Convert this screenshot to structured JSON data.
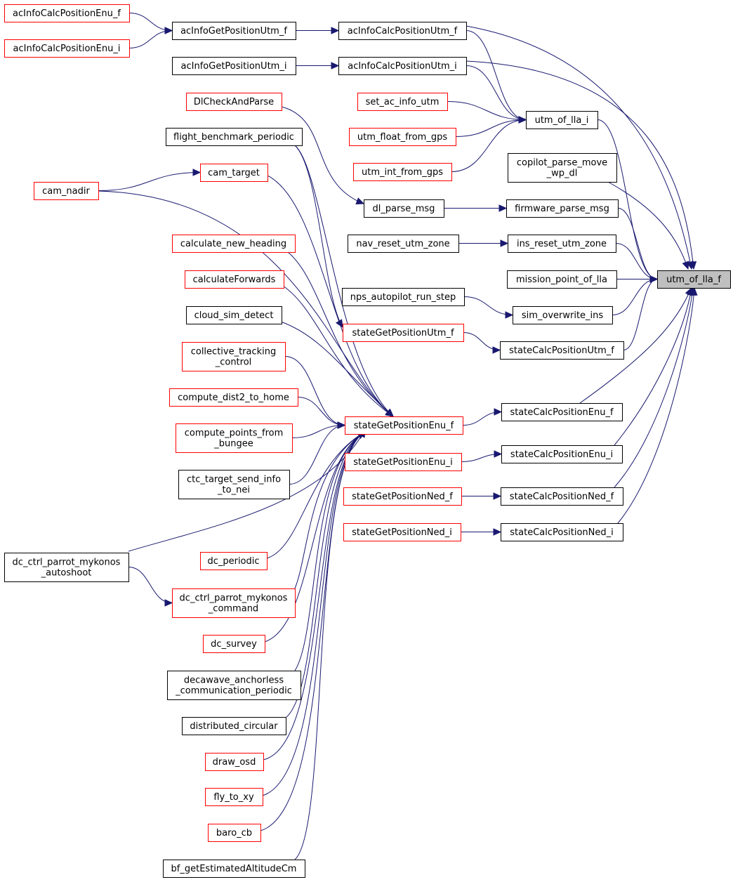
{
  "title": "",
  "colors": {
    "edge": "#191970",
    "caller_doc_missing": "#ff0000",
    "caller_documented": "#000000",
    "root_fill": "#bfbfbf"
  },
  "nodes": [
    {
      "id": "utm_of_lla_f",
      "lines": [
        "utm_of_lla_f"
      ],
      "style": "root"
    },
    {
      "id": "acInfoCalcPositionEnu_f",
      "lines": [
        "acInfoCalcPositionEnu_f"
      ],
      "style": "red"
    },
    {
      "id": "acInfoCalcPositionEnu_i",
      "lines": [
        "acInfoCalcPositionEnu_i"
      ],
      "style": "red"
    },
    {
      "id": "acInfoGetPositionUtm_f",
      "lines": [
        "acInfoGetPositionUtm_f"
      ],
      "style": "black"
    },
    {
      "id": "acInfoGetPositionUtm_i",
      "lines": [
        "acInfoGetPositionUtm_i"
      ],
      "style": "black"
    },
    {
      "id": "acInfoCalcPositionUtm_f",
      "lines": [
        "acInfoCalcPositionUtm_f"
      ],
      "style": "black"
    },
    {
      "id": "acInfoCalcPositionUtm_i",
      "lines": [
        "acInfoCalcPositionUtm_i"
      ],
      "style": "black"
    },
    {
      "id": "DlCheckAndParse",
      "lines": [
        "DlCheckAndParse"
      ],
      "style": "red"
    },
    {
      "id": "set_ac_info_utm",
      "lines": [
        "set_ac_info_utm"
      ],
      "style": "red"
    },
    {
      "id": "utm_of_lla_i",
      "lines": [
        "utm_of_lla_i"
      ],
      "style": "black"
    },
    {
      "id": "utm_float_from_gps",
      "lines": [
        "utm_float_from_gps"
      ],
      "style": "red"
    },
    {
      "id": "flight_benchmark_periodic",
      "lines": [
        "flight_benchmark_periodic"
      ],
      "style": "black"
    },
    {
      "id": "utm_int_from_gps",
      "lines": [
        "utm_int_from_gps"
      ],
      "style": "red"
    },
    {
      "id": "copilot_parse_move_wp_dl",
      "lines": [
        "copilot_parse_move",
        "_wp_dl"
      ],
      "style": "black"
    },
    {
      "id": "cam_target",
      "lines": [
        "cam_target"
      ],
      "style": "red"
    },
    {
      "id": "cam_nadir",
      "lines": [
        "cam_nadir"
      ],
      "style": "red"
    },
    {
      "id": "dl_parse_msg",
      "lines": [
        "dl_parse_msg"
      ],
      "style": "black"
    },
    {
      "id": "firmware_parse_msg",
      "lines": [
        "firmware_parse_msg"
      ],
      "style": "black"
    },
    {
      "id": "calculate_new_heading",
      "lines": [
        "calculate_new_heading"
      ],
      "style": "red"
    },
    {
      "id": "nav_reset_utm_zone",
      "lines": [
        "nav_reset_utm_zone"
      ],
      "style": "black"
    },
    {
      "id": "ins_reset_utm_zone",
      "lines": [
        "ins_reset_utm_zone"
      ],
      "style": "black"
    },
    {
      "id": "calculateForwards",
      "lines": [
        "calculateForwards"
      ],
      "style": "red"
    },
    {
      "id": "mission_point_of_lla",
      "lines": [
        "mission_point_of_lla"
      ],
      "style": "black"
    },
    {
      "id": "nps_autopilot_run_step",
      "lines": [
        "nps_autopilot_run_step"
      ],
      "style": "black"
    },
    {
      "id": "cloud_sim_detect",
      "lines": [
        "cloud_sim_detect"
      ],
      "style": "black"
    },
    {
      "id": "sim_overwrite_ins",
      "lines": [
        "sim_overwrite_ins"
      ],
      "style": "black"
    },
    {
      "id": "stateGetPositionUtm_f",
      "lines": [
        "stateGetPositionUtm_f"
      ],
      "style": "red"
    },
    {
      "id": "stateCalcPositionUtm_f",
      "lines": [
        "stateCalcPositionUtm_f"
      ],
      "style": "black"
    },
    {
      "id": "collective_tracking_control",
      "lines": [
        "collective_tracking",
        "_control"
      ],
      "style": "red"
    },
    {
      "id": "compute_dist2_to_home",
      "lines": [
        "compute_dist2_to_home"
      ],
      "style": "red"
    },
    {
      "id": "stateCalcPositionEnu_f",
      "lines": [
        "stateCalcPositionEnu_f"
      ],
      "style": "black"
    },
    {
      "id": "stateGetPositionEnu_f",
      "lines": [
        "stateGetPositionEnu_f"
      ],
      "style": "red"
    },
    {
      "id": "compute_points_from_bungee",
      "lines": [
        "compute_points_from",
        "_bungee"
      ],
      "style": "red"
    },
    {
      "id": "stateGetPositionEnu_i",
      "lines": [
        "stateGetPositionEnu_i"
      ],
      "style": "red"
    },
    {
      "id": "stateCalcPositionEnu_i",
      "lines": [
        "stateCalcPositionEnu_i"
      ],
      "style": "black"
    },
    {
      "id": "ctc_target_send_info_to_nei",
      "lines": [
        "ctc_target_send_info",
        "_to_nei"
      ],
      "style": "black"
    },
    {
      "id": "stateGetPositionNed_f",
      "lines": [
        "stateGetPositionNed_f"
      ],
      "style": "red"
    },
    {
      "id": "stateCalcPositionNed_f",
      "lines": [
        "stateCalcPositionNed_f"
      ],
      "style": "black"
    },
    {
      "id": "stateGetPositionNed_i",
      "lines": [
        "stateGetPositionNed_i"
      ],
      "style": "red"
    },
    {
      "id": "stateCalcPositionNed_i",
      "lines": [
        "stateCalcPositionNed_i"
      ],
      "style": "black"
    },
    {
      "id": "dc_ctrl_parrot_mykonos_autoshoot",
      "lines": [
        "dc_ctrl_parrot_mykonos",
        "_autoshoot"
      ],
      "style": "black"
    },
    {
      "id": "dc_periodic",
      "lines": [
        "dc_periodic"
      ],
      "style": "red"
    },
    {
      "id": "dc_ctrl_parrot_mykonos_command",
      "lines": [
        "dc_ctrl_parrot_mykonos",
        "_command"
      ],
      "style": "red"
    },
    {
      "id": "dc_survey",
      "lines": [
        "dc_survey"
      ],
      "style": "red"
    },
    {
      "id": "decawave_anchorless_communication_periodic",
      "lines": [
        "decawave_anchorless",
        "_communication_periodic"
      ],
      "style": "black"
    },
    {
      "id": "distributed_circular",
      "lines": [
        "distributed_circular"
      ],
      "style": "black"
    },
    {
      "id": "draw_osd",
      "lines": [
        "draw_osd"
      ],
      "style": "red"
    },
    {
      "id": "fly_to_xy",
      "lines": [
        "fly_to_xy"
      ],
      "style": "red"
    },
    {
      "id": "baro_cb",
      "lines": [
        "baro_cb"
      ],
      "style": "red"
    },
    {
      "id": "bf_getEstimatedAltitudeCm",
      "lines": [
        "bf_getEstimatedAltitudeCm"
      ],
      "style": "black"
    }
  ],
  "edges": [
    [
      "acInfoCalcPositionEnu_f",
      "acInfoGetPositionUtm_f"
    ],
    [
      "acInfoCalcPositionEnu_i",
      "acInfoGetPositionUtm_f"
    ],
    [
      "acInfoGetPositionUtm_f",
      "acInfoCalcPositionUtm_f"
    ],
    [
      "acInfoGetPositionUtm_i",
      "acInfoCalcPositionUtm_i"
    ],
    [
      "acInfoCalcPositionUtm_f",
      "utm_of_lla_i"
    ],
    [
      "acInfoCalcPositionUtm_f",
      "utm_of_lla_f"
    ],
    [
      "acInfoCalcPositionUtm_i",
      "utm_of_lla_i"
    ],
    [
      "acInfoCalcPositionUtm_i",
      "utm_of_lla_f"
    ],
    [
      "set_ac_info_utm",
      "utm_of_lla_i"
    ],
    [
      "utm_float_from_gps",
      "utm_of_lla_i"
    ],
    [
      "utm_int_from_gps",
      "utm_of_lla_i"
    ],
    [
      "utm_of_lla_i",
      "utm_of_lla_f"
    ],
    [
      "copilot_parse_move_wp_dl",
      "utm_of_lla_f"
    ],
    [
      "DlCheckAndParse",
      "dl_parse_msg"
    ],
    [
      "dl_parse_msg",
      "firmware_parse_msg"
    ],
    [
      "firmware_parse_msg",
      "utm_of_lla_f"
    ],
    [
      "cam_nadir",
      "cam_target"
    ],
    [
      "nav_reset_utm_zone",
      "ins_reset_utm_zone"
    ],
    [
      "ins_reset_utm_zone",
      "utm_of_lla_f"
    ],
    [
      "mission_point_of_lla",
      "utm_of_lla_f"
    ],
    [
      "nps_autopilot_run_step",
      "sim_overwrite_ins"
    ],
    [
      "sim_overwrite_ins",
      "utm_of_lla_f"
    ],
    [
      "flight_benchmark_periodic",
      "stateGetPositionUtm_f"
    ],
    [
      "stateGetPositionUtm_f",
      "stateCalcPositionUtm_f"
    ],
    [
      "stateCalcPositionUtm_f",
      "utm_of_lla_f"
    ],
    [
      "stateCalcPositionEnu_f",
      "utm_of_lla_f"
    ],
    [
      "stateCalcPositionEnu_i",
      "utm_of_lla_f"
    ],
    [
      "stateCalcPositionNed_f",
      "utm_of_lla_f"
    ],
    [
      "stateCalcPositionNed_i",
      "utm_of_lla_f"
    ],
    [
      "stateGetPositionEnu_f",
      "stateCalcPositionEnu_f"
    ],
    [
      "stateGetPositionEnu_i",
      "stateCalcPositionEnu_i"
    ],
    [
      "stateGetPositionNed_f",
      "stateCalcPositionNed_f"
    ],
    [
      "stateGetPositionNed_i",
      "stateCalcPositionNed_i"
    ],
    [
      "cam_target",
      "stateGetPositionEnu_f"
    ],
    [
      "cam_nadir",
      "stateGetPositionEnu_f"
    ],
    [
      "flight_benchmark_periodic",
      "stateGetPositionEnu_f"
    ],
    [
      "calculate_new_heading",
      "stateGetPositionEnu_f"
    ],
    [
      "calculateForwards",
      "stateGetPositionEnu_f"
    ],
    [
      "cloud_sim_detect",
      "stateGetPositionEnu_f"
    ],
    [
      "collective_tracking_control",
      "stateGetPositionEnu_f"
    ],
    [
      "compute_dist2_to_home",
      "stateGetPositionEnu_f"
    ],
    [
      "compute_points_from_bungee",
      "stateGetPositionEnu_f"
    ],
    [
      "ctc_target_send_info_to_nei",
      "stateGetPositionEnu_f"
    ],
    [
      "dc_ctrl_parrot_mykonos_autoshoot",
      "stateGetPositionEnu_f"
    ],
    [
      "dc_ctrl_parrot_mykonos_autoshoot",
      "dc_ctrl_parrot_mykonos_command"
    ],
    [
      "dc_periodic",
      "stateGetPositionEnu_f"
    ],
    [
      "dc_ctrl_parrot_mykonos_command",
      "stateGetPositionEnu_f"
    ],
    [
      "dc_survey",
      "stateGetPositionEnu_f"
    ],
    [
      "decawave_anchorless_communication_periodic",
      "stateGetPositionEnu_f"
    ],
    [
      "distributed_circular",
      "stateGetPositionEnu_f"
    ],
    [
      "draw_osd",
      "stateGetPositionEnu_f"
    ],
    [
      "fly_to_xy",
      "stateGetPositionEnu_f"
    ],
    [
      "baro_cb",
      "stateGetPositionEnu_f"
    ],
    [
      "bf_getEstimatedAltitudeCm",
      "stateGetPositionEnu_f"
    ]
  ]
}
